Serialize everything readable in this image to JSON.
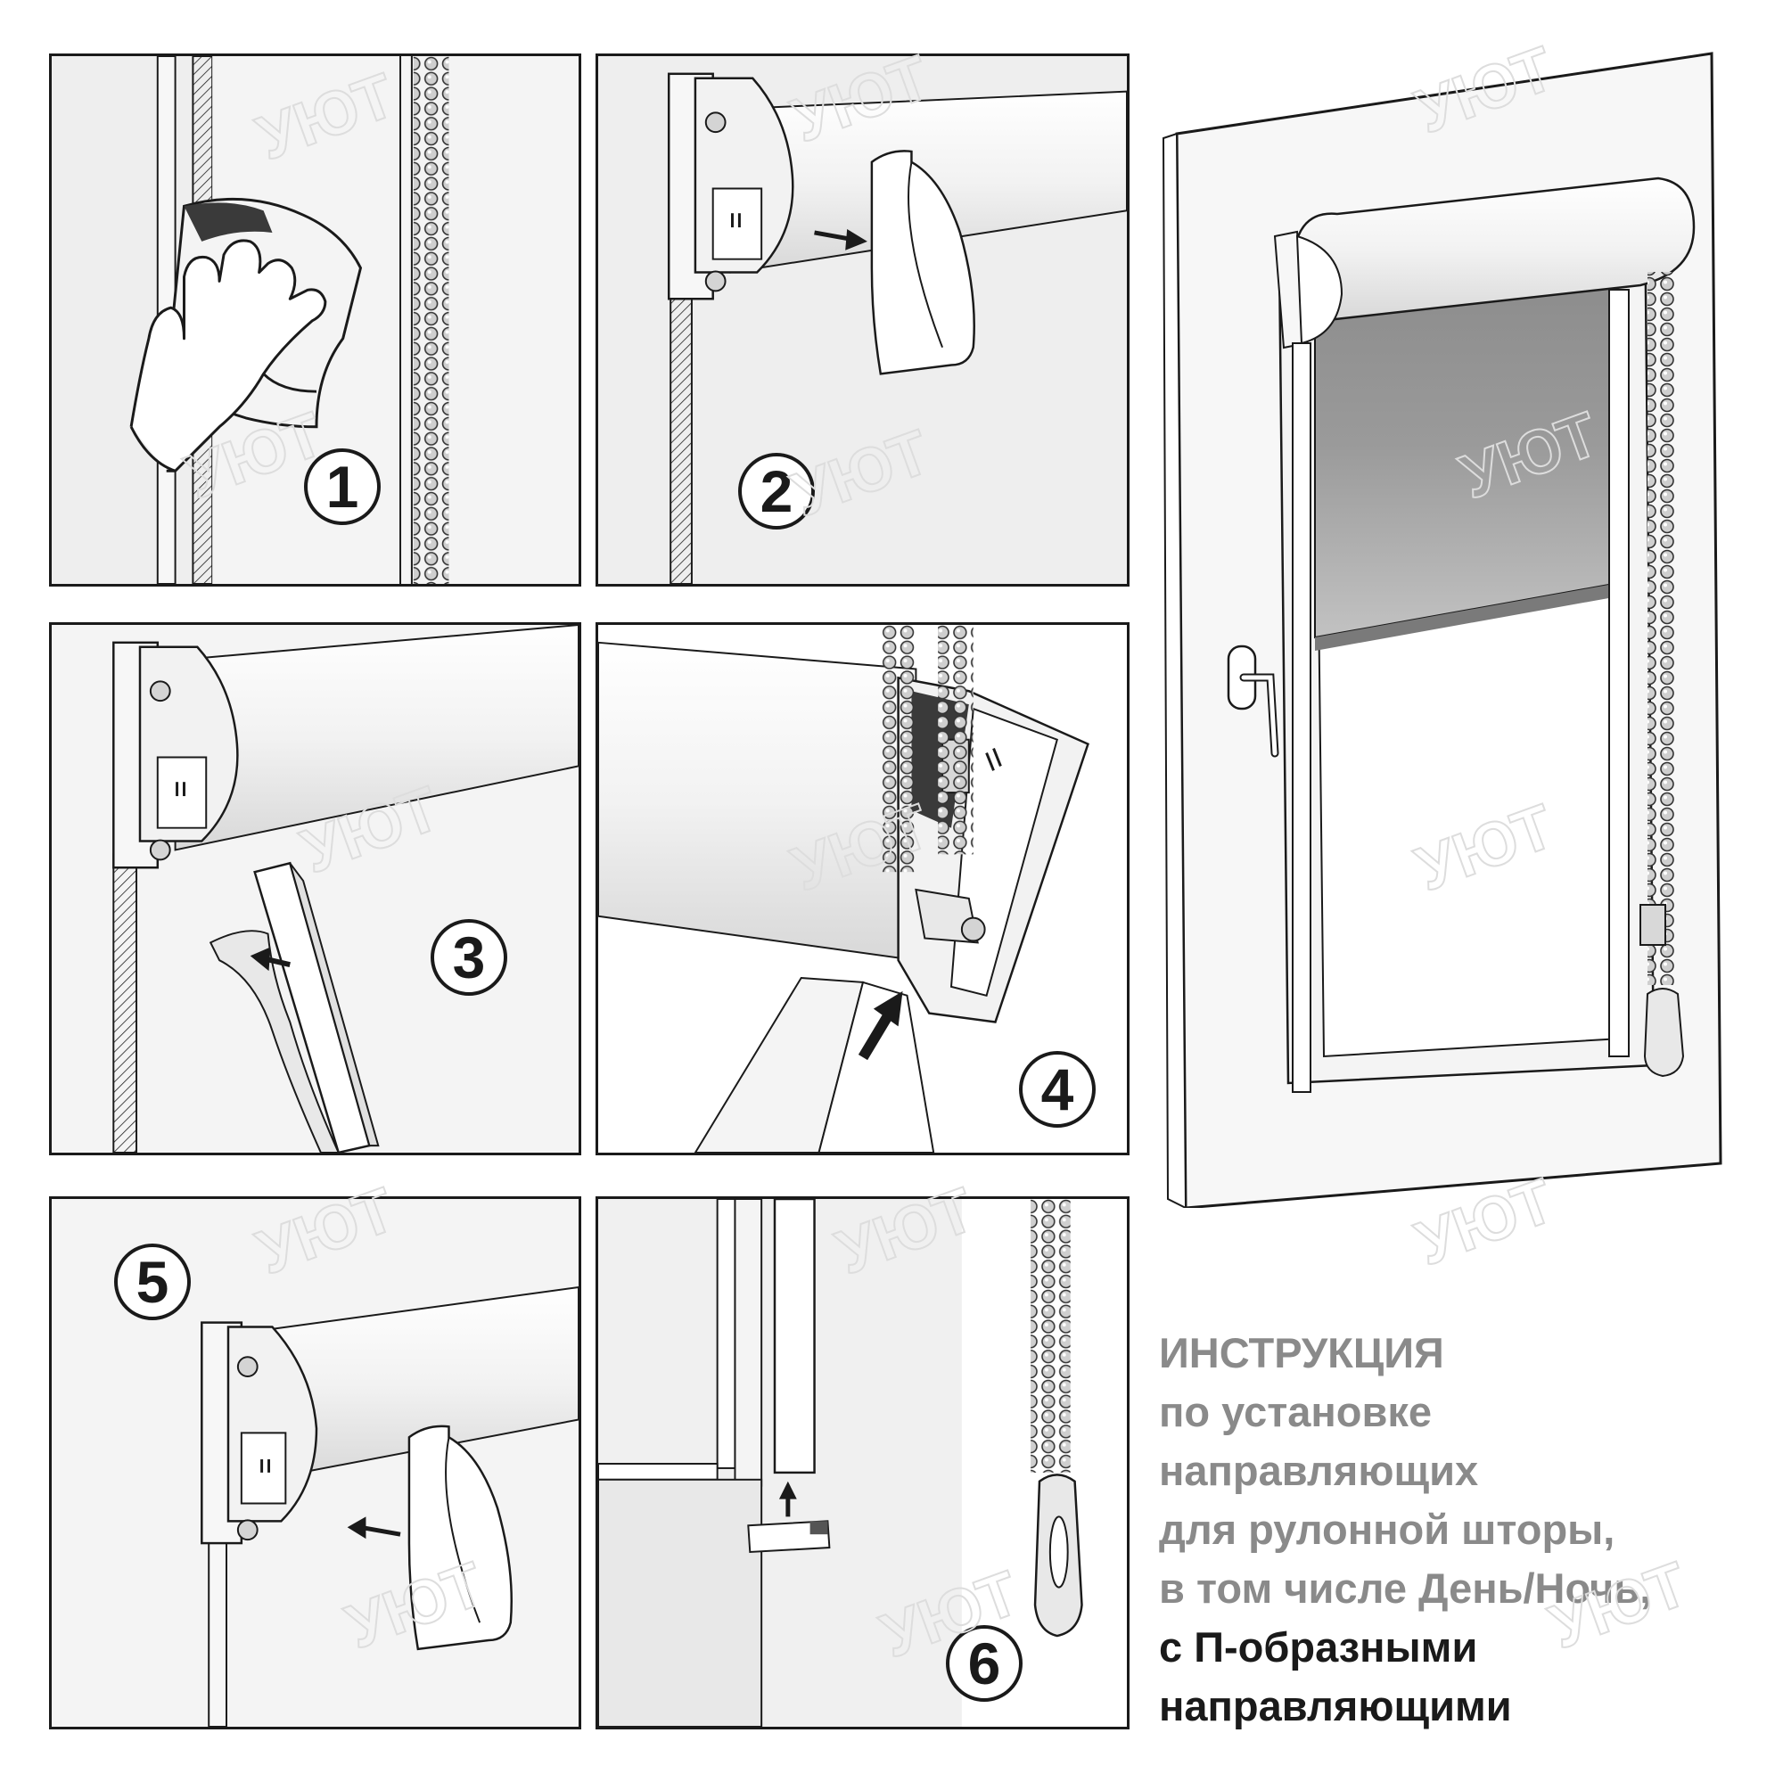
{
  "panels": [
    {
      "number": "1"
    },
    {
      "number": "2"
    },
    {
      "number": "3"
    },
    {
      "number": "4"
    },
    {
      "number": "5"
    },
    {
      "number": "6"
    }
  ],
  "watermark": "УЮТ",
  "instruction": {
    "title": "ИНСТРУКЦИЯ",
    "line1": "по установке",
    "line2": "направляющих",
    "line3": "для рулонной шторы,",
    "line4": "в том числе День/Ночь,",
    "line5": "с П-образными",
    "line6": "направляющими"
  },
  "colors": {
    "outline": "#1a1a1a",
    "text_gray": "#8a8a8a",
    "fabric_gray": "#8c8c8c",
    "light_gray": "#e8e8e8"
  }
}
